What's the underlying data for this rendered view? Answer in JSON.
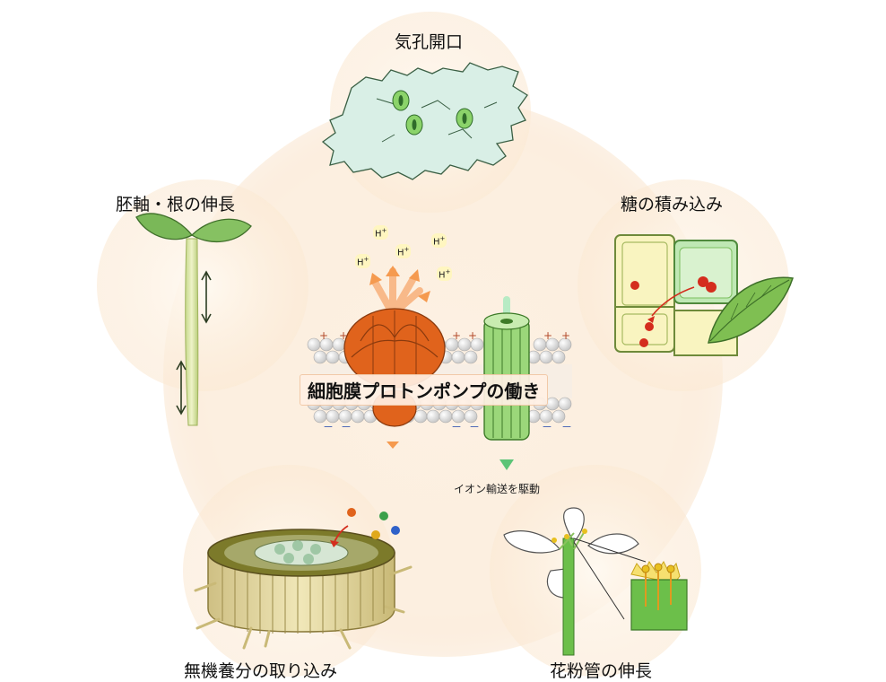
{
  "center": {
    "title": "細胞膜プロトンポンプの働き",
    "ion_caption": "イオン輸送を駆動",
    "proton": "H",
    "proton_charge": "+",
    "plus_signs": "+",
    "minus_signs": "－"
  },
  "nodes": {
    "stomata": "気孔開口",
    "sugar": "糖の積み込み",
    "hypocotyl": "胚軸・根の伸長",
    "nutrient": "無機養分の取り込み",
    "pollen": "花粉管の伸長"
  },
  "colors": {
    "pump_orange": "#e0631c",
    "channel_green": "#8fcf6a",
    "leaf_green": "#6aa84f",
    "background_circle": "#fdf0e2"
  }
}
